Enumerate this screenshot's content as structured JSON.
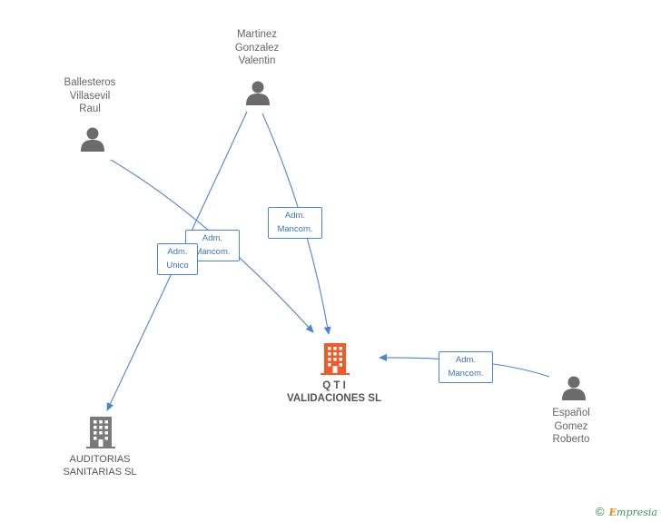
{
  "colors": {
    "edge": "#4a86d0",
    "person": "#6b6b6b",
    "company_main": "#f05a28",
    "company": "#7a7a7a"
  },
  "persons": [
    {
      "id": "martinez",
      "name": "Martinez\nGonzalez\nValentin",
      "icon": "person-icon"
    },
    {
      "id": "ballesteros",
      "name": "Ballesteros\nVillasevil\nRaul",
      "icon": "person-icon"
    },
    {
      "id": "espanol",
      "name": "Español\nGomez\nRoberto",
      "icon": "person-icon"
    }
  ],
  "companies": [
    {
      "id": "qti",
      "name": "Q T I\nVALIDACIONES SL",
      "icon": "building-icon",
      "main": true
    },
    {
      "id": "auditorias",
      "name": "AUDITORIAS\nSANITARIAS SL",
      "icon": "building-icon",
      "main": false
    }
  ],
  "relations": [
    {
      "from": "martinez",
      "to": "qti",
      "label": "Adm.\nMancom."
    },
    {
      "from": "ballesteros",
      "to": "qti",
      "label": "Adm.\nMancom."
    },
    {
      "from": "martinez",
      "to": "auditorias",
      "label": "Adm.\nUnico"
    },
    {
      "from": "espanol",
      "to": "qti",
      "label": "Adm.\nMancom."
    }
  ],
  "footer": {
    "copyright": "©",
    "brand_initial": "E",
    "brand_rest": "mpresia"
  }
}
